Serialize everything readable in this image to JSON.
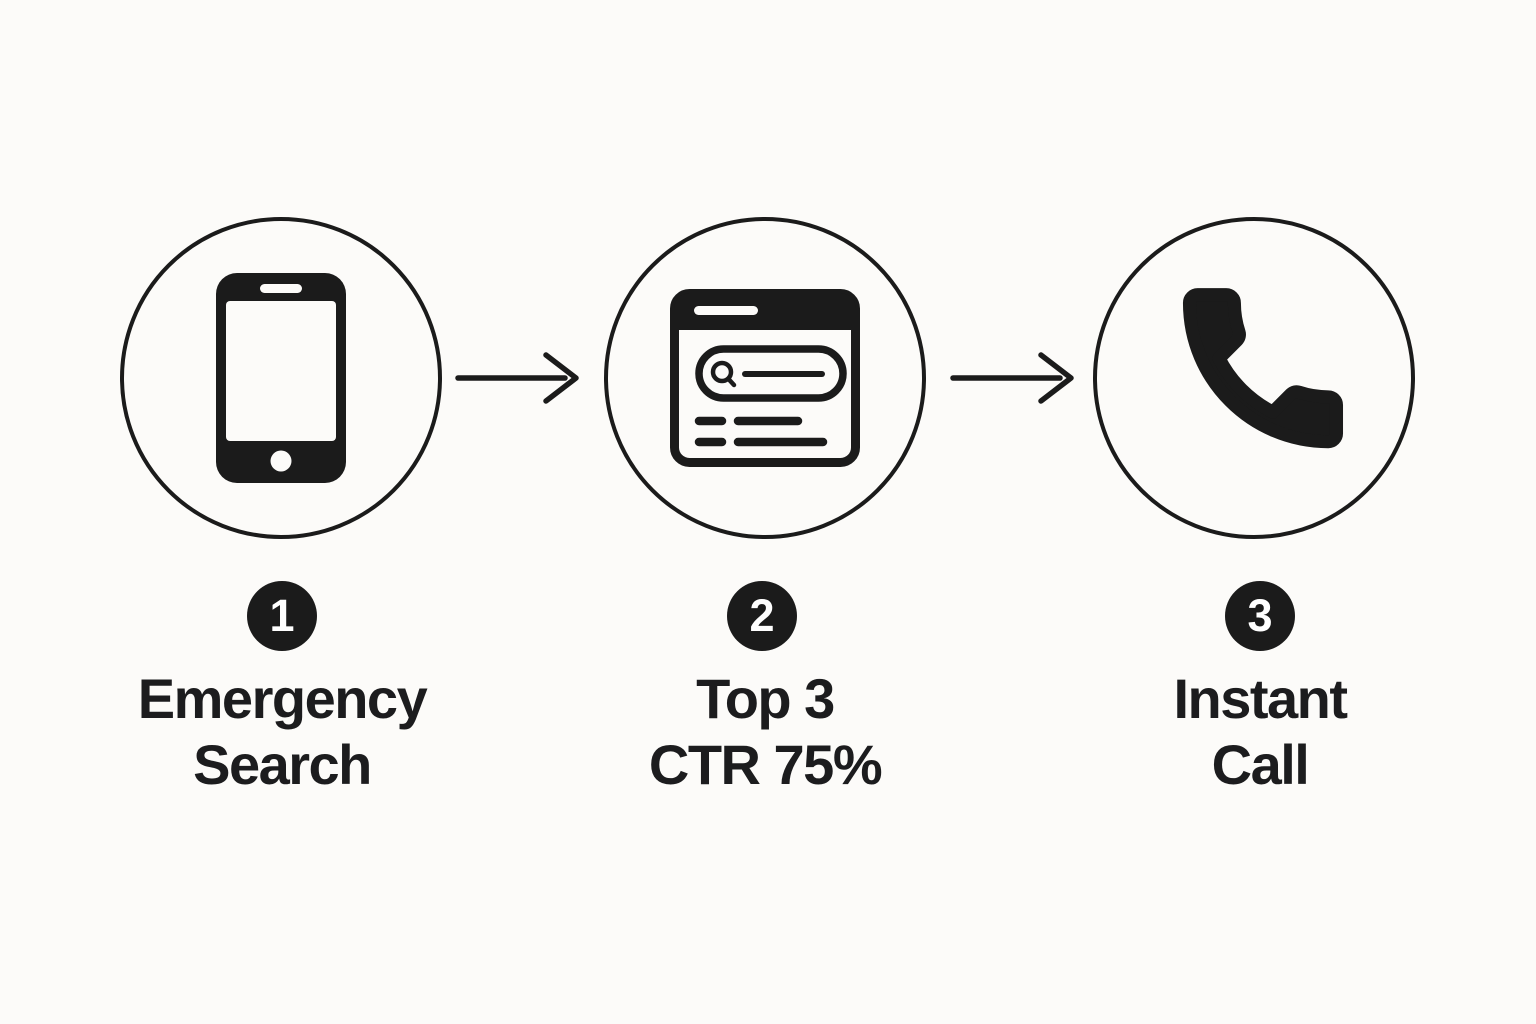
{
  "diagram": {
    "type": "process-flow",
    "description": "Three step flow: emergency search on phone leads to top-3 result with 75% CTR leads to instant call"
  },
  "colors": {
    "background": "#fcfbf9",
    "ink": "#1b1b1b",
    "badge_background": "#1b1b1b",
    "badge_text": "#ffffff",
    "label_text": "#1c1c1e"
  },
  "steps": [
    {
      "number": "1",
      "icon": "smartphone-icon",
      "label_line1": "Emergency",
      "label_line2": "Search"
    },
    {
      "number": "2",
      "icon": "search-results-page-icon",
      "label_line1": "Top 3",
      "label_line2": "CTR 75%"
    },
    {
      "number": "3",
      "icon": "phone-handset-icon",
      "label_line1": "Instant",
      "label_line2": "Call"
    }
  ],
  "connectors": [
    {
      "icon": "arrow-right-icon"
    },
    {
      "icon": "arrow-right-icon"
    }
  ]
}
